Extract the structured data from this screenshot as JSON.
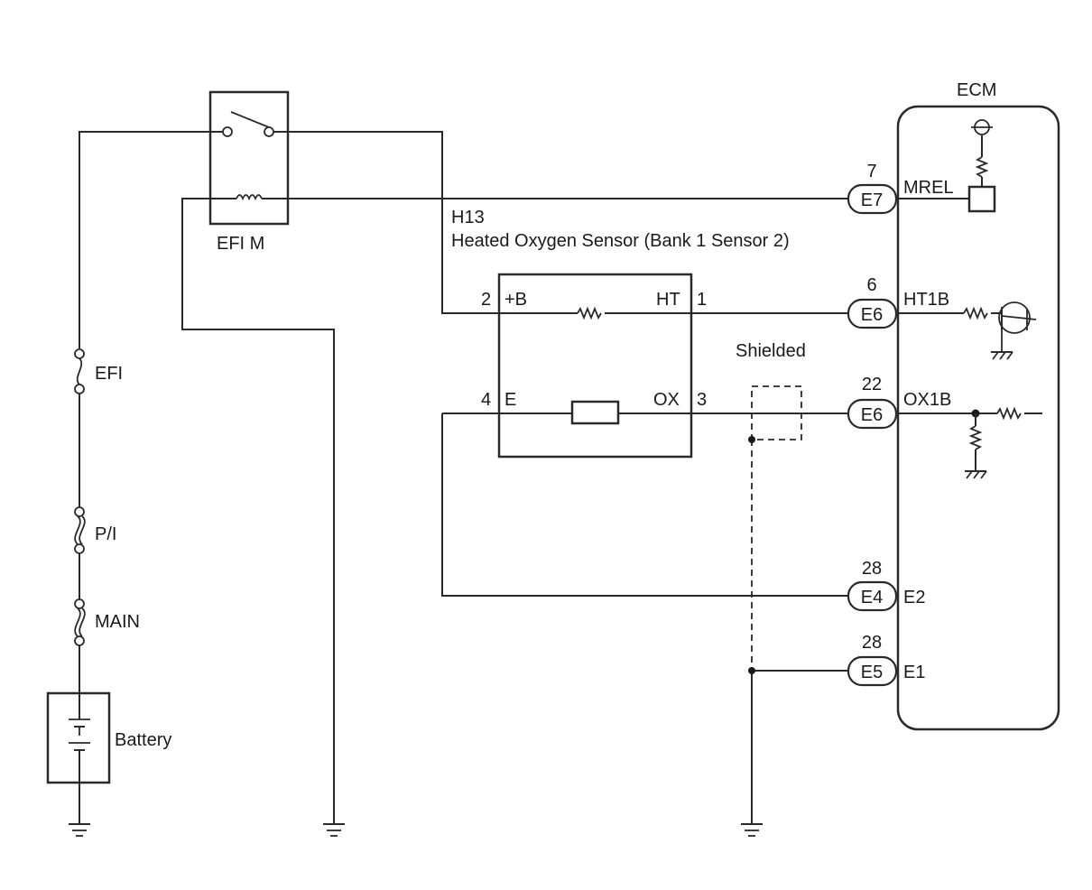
{
  "ecm": {
    "title": "ECM"
  },
  "relay": {
    "label": "EFI M"
  },
  "sensor": {
    "connector": "H13",
    "name": "Heated Oxygen Sensor (Bank 1 Sensor 2)",
    "pin_b_num": "2",
    "pin_b_name": "+B",
    "pin_ht_name": "HT",
    "pin_ht_num": "1",
    "pin_e_num": "4",
    "pin_e_name": "E",
    "pin_ox_name": "OX",
    "pin_ox_num": "3"
  },
  "power": {
    "fuse_efi": "EFI",
    "fuse_pi": "P/I",
    "fuse_main": "MAIN",
    "battery": "Battery"
  },
  "shield": {
    "label": "Shielded"
  },
  "terminals": [
    {
      "num": "7",
      "conn": "E7",
      "name": "MREL"
    },
    {
      "num": "6",
      "conn": "E6",
      "name": "HT1B"
    },
    {
      "num": "22",
      "conn": "E6",
      "name": "OX1B"
    },
    {
      "num": "28",
      "conn": "E4",
      "name": "E2"
    },
    {
      "num": "28",
      "conn": "E5",
      "name": "E1"
    }
  ]
}
